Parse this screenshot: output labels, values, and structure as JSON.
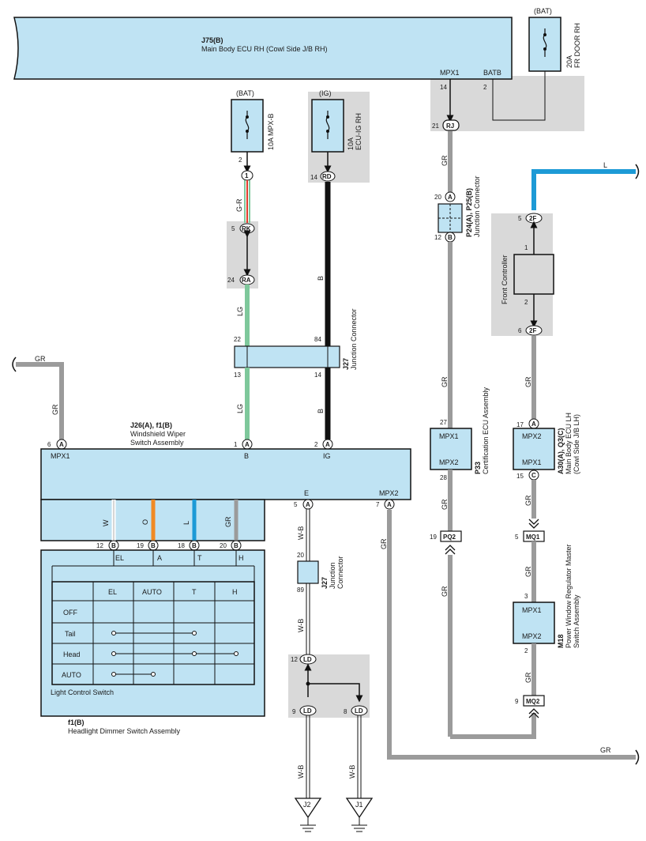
{
  "colors": {
    "box_fill": "#bfe3f3",
    "shade": "#d9d9d9",
    "wire_gray": "#9b9b9b",
    "wire_black": "#111111",
    "wire_lg": "#7ec89b",
    "wire_l": "#1d9ad6",
    "wire_o": "#f08a24"
  },
  "ecu_rh": {
    "code": "J75(B)",
    "name": "Main Body ECU RH (Cowl Side J/B RH)",
    "pin_mpx1": "MPX1",
    "pin_batb": "BATB",
    "num_mpx1": "14",
    "num_batb": "2"
  },
  "fuse_door": {
    "source": "(BAT)",
    "rating": "20A",
    "name": "FR DOOR RH"
  },
  "fuse_mpxb": {
    "source": "(BAT)",
    "rating": "10A MPX-B",
    "pin": "2",
    "conn": "1"
  },
  "fuse_ecuig": {
    "source": "(IG)",
    "rating": "10A",
    "name": "ECU-IG RH",
    "pin": "14",
    "conn": "RD"
  },
  "jc_rk_ra": {
    "pin_rk": "5",
    "conn_rk": "RK",
    "pin_ra": "24",
    "conn_ra": "RA"
  },
  "wires": {
    "gr": "GR",
    "gr_r": "G-R",
    "lg": "LG",
    "b": "B",
    "l": "L",
    "w": "W",
    "o": "O",
    "wb": "W-B"
  },
  "j27_upper": {
    "code": "J27",
    "name": "Junction Connector",
    "pin_in_lg": "22",
    "pin_in_b": "84",
    "pin_out_lg": "13",
    "pin_out_b": "14"
  },
  "wiper_switch": {
    "code": "J26(A), f1(B)",
    "name1": "Windshield Wiper",
    "name2": "Switch Assembly",
    "pin_mpx1": "MPX1",
    "pin_b": "B",
    "pin_ig": "IG",
    "pin_e": "E",
    "pin_mpx2": "MPX2",
    "num_mpx1": "6",
    "num_b": "1",
    "num_ig": "2",
    "num_e": "5",
    "num_mpx2": "7",
    "conn_a": "A"
  },
  "rj": {
    "pin": "21",
    "conn": "RJ"
  },
  "jc_p24": {
    "code": "P24(A), P25(B)",
    "name": "Junction Connector",
    "pin_a": "20",
    "conn_a": "A",
    "pin_b": "12",
    "conn_b": "B"
  },
  "cert_ecu": {
    "code": "P33",
    "name": "Certification ECU Assembly",
    "pin_mpx1": "MPX1",
    "pin_mpx2": "MPX2",
    "num_in": "27",
    "num_out": "28"
  },
  "pq2": {
    "pin": "19",
    "conn": "PQ2"
  },
  "front_ctrl": {
    "name": "Front Controller",
    "pin_top": "5",
    "conn_top": "2F",
    "num_in": "1",
    "num_out": "2",
    "pin_bot": "6",
    "conn_bot": "2F"
  },
  "ecu_lh": {
    "code": "A30(A), Q3(C)",
    "name1": "Main Body ECU LH",
    "name2": "(Cowl Side J/B LH)",
    "pin_mpx2": "MPX2",
    "pin_mpx1": "MPX1",
    "num_top": "17",
    "num_bot": "15",
    "conn_top": "A",
    "conn_bot": "C"
  },
  "mq1": {
    "pin": "5",
    "conn": "MQ1"
  },
  "pw_switch": {
    "code": "M18",
    "name1": "Power Window Regulator Master",
    "name2": "Switch Assembly",
    "pin_mpx1": "MPX1",
    "pin_mpx2": "MPX2",
    "num_in": "3",
    "num_out": "2"
  },
  "mq2": {
    "pin": "9",
    "conn": "MQ2"
  },
  "light_switch": {
    "pins": [
      {
        "num": "12",
        "conn": "B",
        "label": "EL",
        "wire": "W"
      },
      {
        "num": "19",
        "conn": "B",
        "label": "A",
        "wire": "O"
      },
      {
        "num": "18",
        "conn": "B",
        "label": "T",
        "wire": "L"
      },
      {
        "num": "20",
        "conn": "B",
        "label": "H",
        "wire": "GR"
      }
    ],
    "columns": [
      "EL",
      "AUTO",
      "T",
      "H"
    ],
    "rows": [
      "OFF",
      "Tail",
      "Head",
      "AUTO"
    ],
    "inner_name": "Light Control Switch",
    "code": "f1(B)",
    "name": "Headlight Dimmer Switch Assembly"
  },
  "j27_lower": {
    "code": "J27",
    "name1": "Junction",
    "name2": "Connector",
    "pin_in": "20",
    "pin_out": "89"
  },
  "ld": {
    "pin_top": "12",
    "pin_left": "9",
    "pin_right": "8",
    "conn": "LD"
  },
  "grounds": {
    "j2": "J2",
    "j1": "J1"
  }
}
